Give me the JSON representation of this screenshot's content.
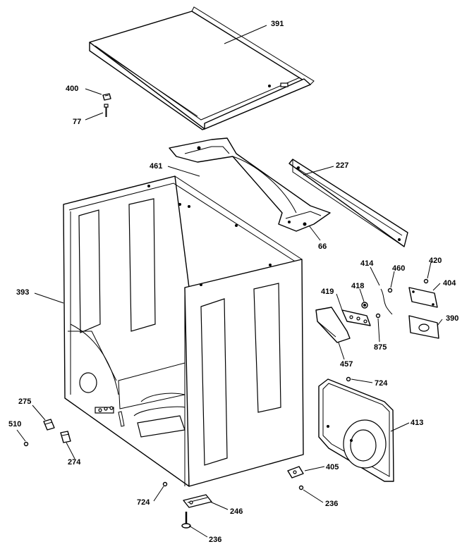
{
  "callouts": [
    {
      "id": "c391",
      "text": "391"
    },
    {
      "id": "c400",
      "text": "400"
    },
    {
      "id": "c77",
      "text": "77"
    },
    {
      "id": "c461",
      "text": "461"
    },
    {
      "id": "c227",
      "text": "227"
    },
    {
      "id": "c66",
      "text": "66"
    },
    {
      "id": "c393",
      "text": "393"
    },
    {
      "id": "c414",
      "text": "414"
    },
    {
      "id": "c460",
      "text": "460"
    },
    {
      "id": "c420",
      "text": "420"
    },
    {
      "id": "c418",
      "text": "418"
    },
    {
      "id": "c419",
      "text": "419"
    },
    {
      "id": "c404",
      "text": "404"
    },
    {
      "id": "c390",
      "text": "390"
    },
    {
      "id": "c875",
      "text": "875"
    },
    {
      "id": "c457",
      "text": "457"
    },
    {
      "id": "c724a",
      "text": "724"
    },
    {
      "id": "c413",
      "text": "413"
    },
    {
      "id": "c275",
      "text": "275"
    },
    {
      "id": "c510",
      "text": "510"
    },
    {
      "id": "c274",
      "text": "274"
    },
    {
      "id": "c405",
      "text": "405"
    },
    {
      "id": "c236a",
      "text": "236"
    },
    {
      "id": "c724b",
      "text": "724"
    },
    {
      "id": "c246",
      "text": "246"
    },
    {
      "id": "c236b",
      "text": "236"
    }
  ]
}
